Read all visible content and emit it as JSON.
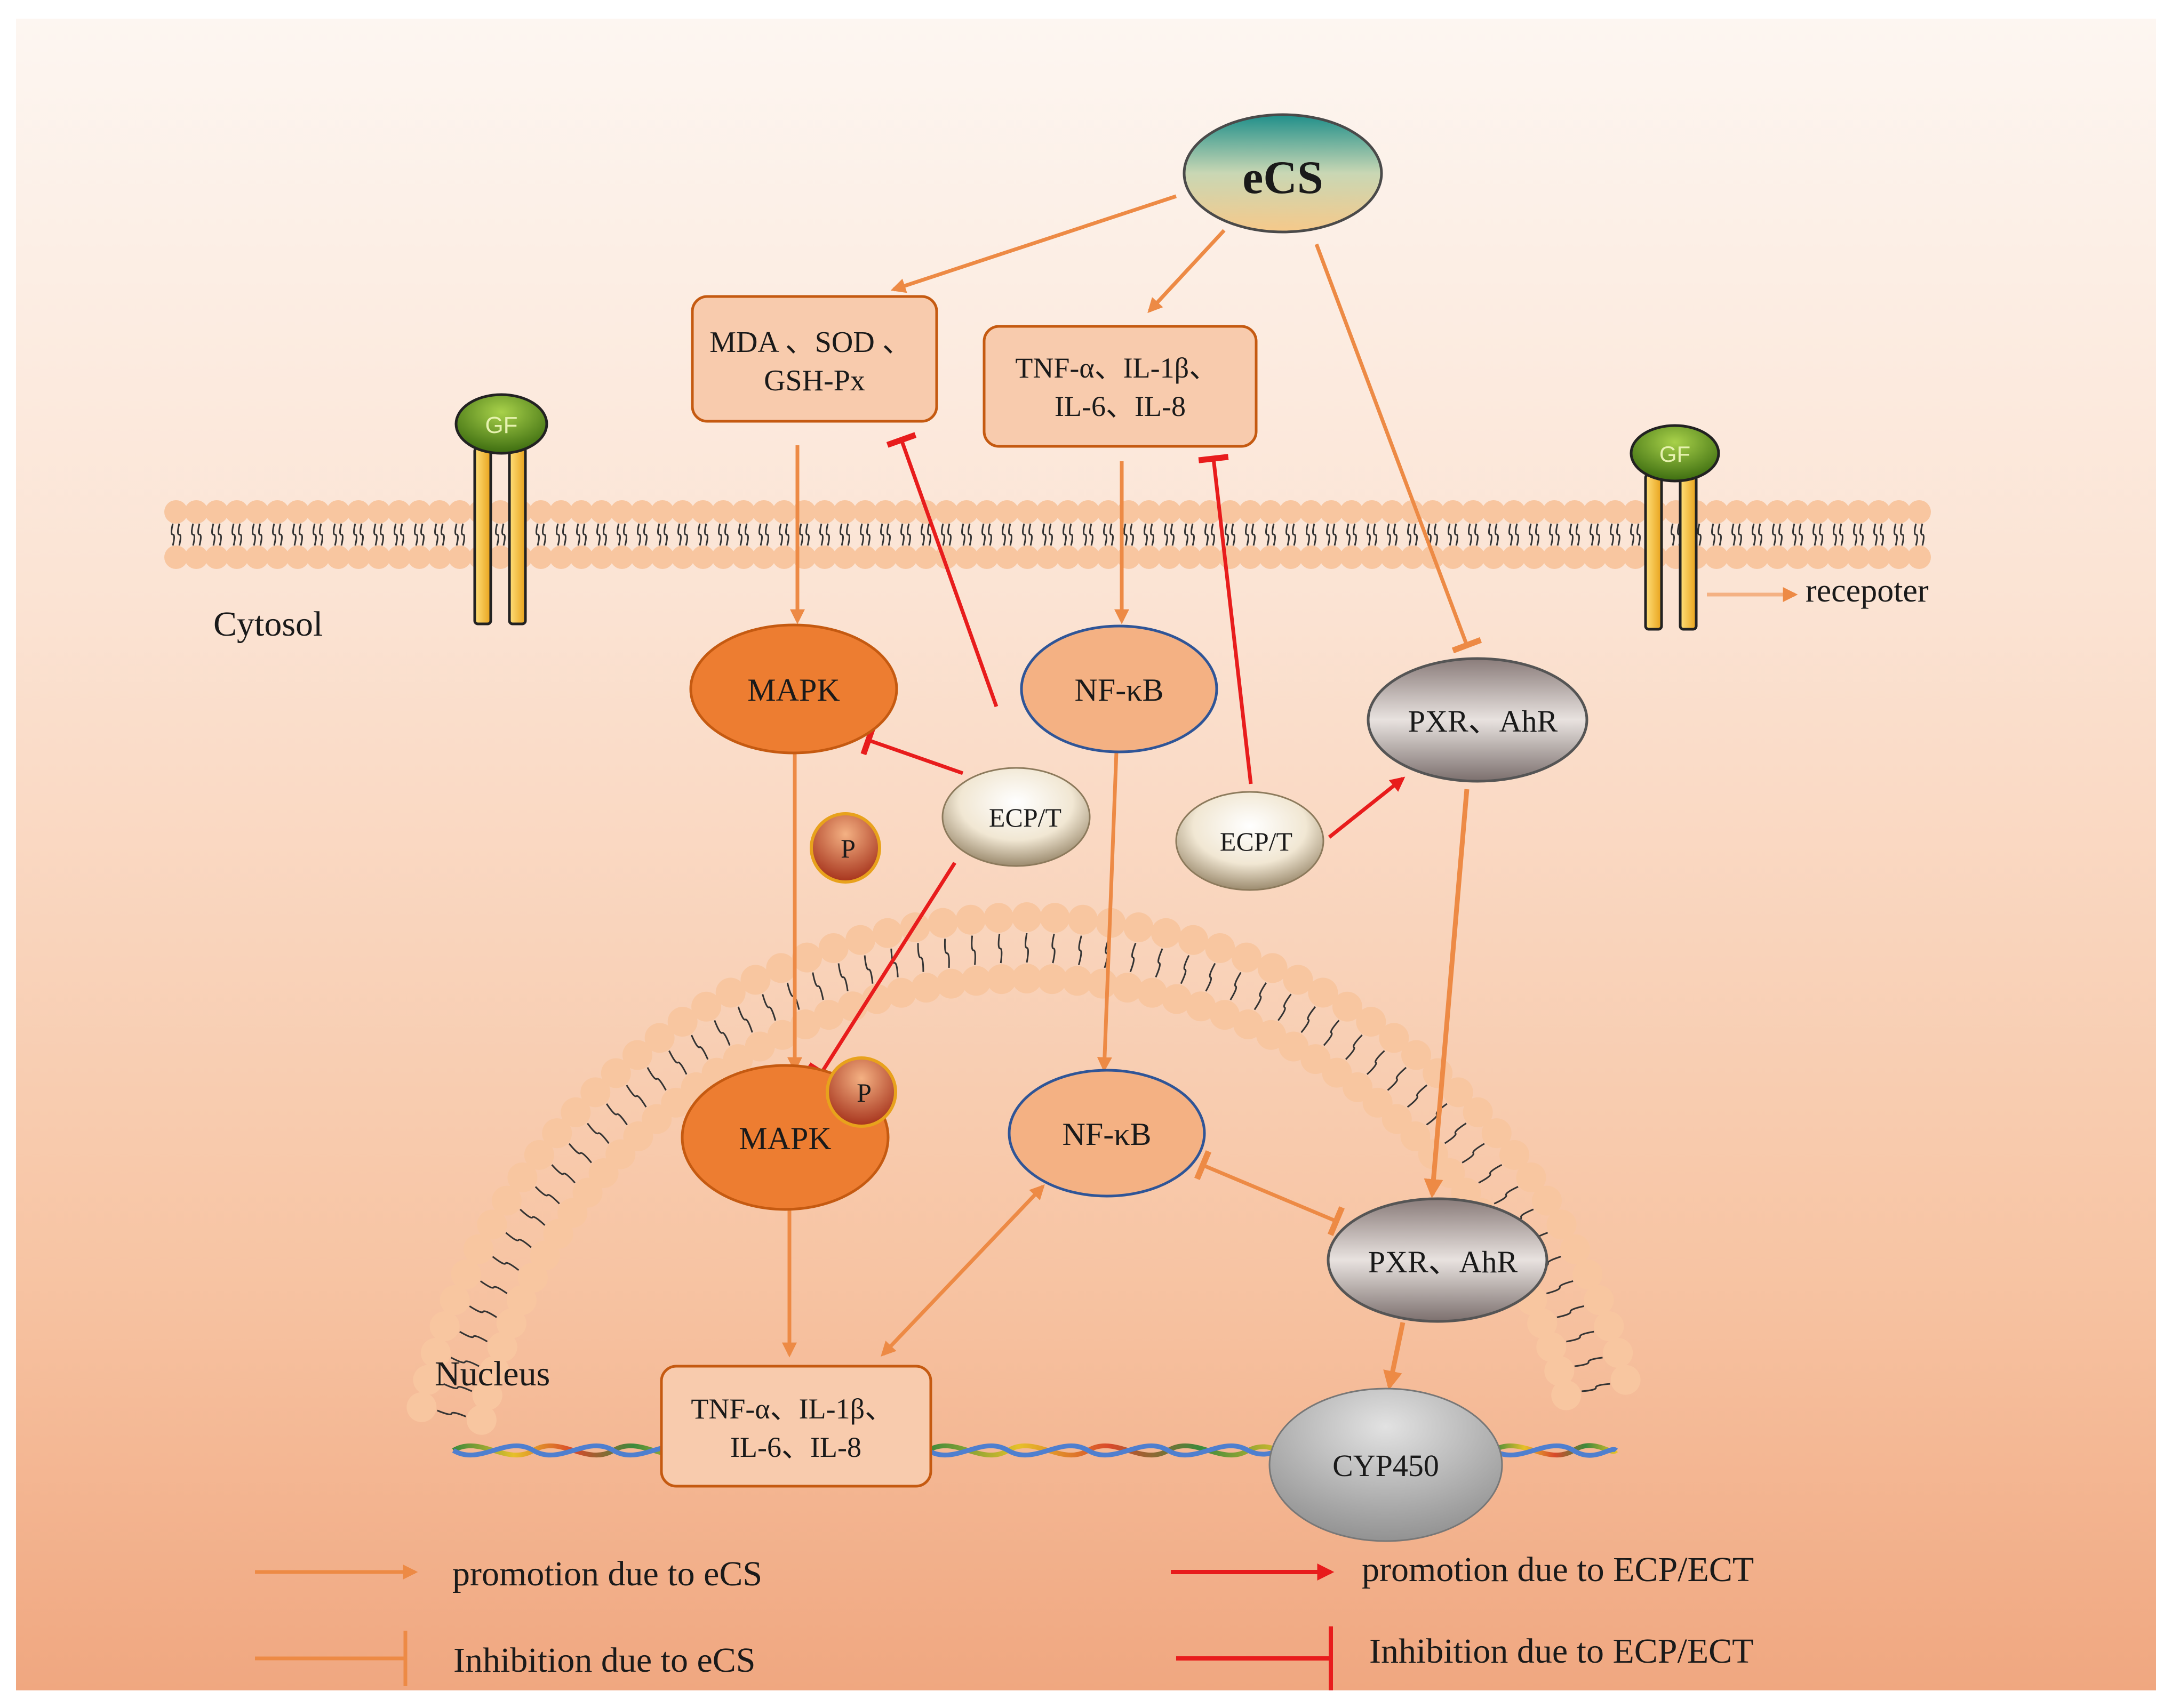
{
  "nodes": {
    "ecs": "eCS",
    "mda_box": [
      "MDA 、SOD 、",
      "GSH-Px"
    ],
    "cytokines_top": [
      "TNF-α、IL-1β、",
      "IL-6、IL-8"
    ],
    "gf_left": "GF",
    "gf_right": "GF",
    "receptor": "recepoter",
    "cytosol": "Cytosol",
    "mapk_cyto": "MAPK",
    "nfkb_cyto": "NF-κB",
    "pxr_cyto": "PXR、AhR",
    "ecpt_left": "ECP/T",
    "ecpt_right": "ECP/T",
    "p_free": "P",
    "p_attached": "P",
    "mapk_nuc": "MAPK",
    "nfkb_nuc": "NF-κB",
    "pxr_nuc": "PXR、AhR",
    "nucleus": "Nucleus",
    "cytokines_nuc": [
      "TNF-α、IL-1β、",
      "IL-6、IL-8"
    ],
    "cyp450": "CYP450"
  },
  "legend": {
    "promotion_ecs": "promotion due to eCS",
    "inhibition_ecs": "Inhibition due to eCS",
    "promotion_ecp": "promotion due to ECP/ECT",
    "inhibition_ecp": "Inhibition due to ECP/ECT"
  },
  "colors": {
    "ecs_arrow": "#ed8a45",
    "ecp_arrow": "#e81c1c",
    "mapk_fill": "#ed7d31",
    "box_fill": "#f8cbad",
    "lipid_head": "#f8c6a0"
  }
}
